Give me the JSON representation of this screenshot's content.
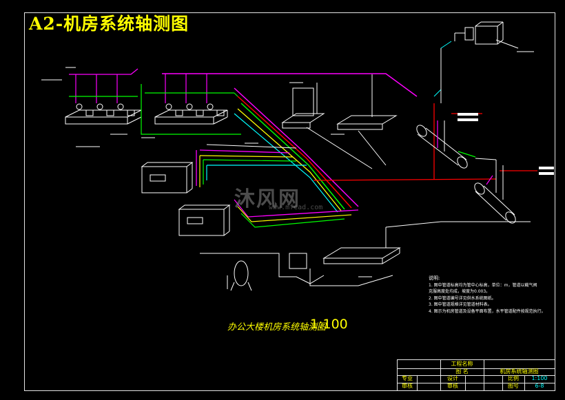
{
  "sheet_title": "A2-机房系统轴测图",
  "drawing_caption": "办公大楼机房系统轴测图",
  "drawing_scale": "1:100",
  "notes": {
    "heading": "说明:",
    "lines": [
      "1. 图中管道标高均为管中心标高，单位：m，管道以截气阀",
      "   克服高度处均成，坡度为0.003。",
      "2. 图中管道编号详见供水系统图纸。",
      "3. 图中管道规格详见管道材料表。",
      "4. 图示为机房管道及设备平面布置，水平管道配件按规范执行。"
    ]
  },
  "watermark": {
    "text": "沐风网",
    "url": "www.mfcad.com"
  },
  "title_block": {
    "project_label": "工程名称",
    "drawing_name_label": "图  名",
    "drawing_name": "机房系统轴测图",
    "discipline_label": "专业",
    "design_label": "设计",
    "scale_label": "比例",
    "scale_value": "1:100",
    "checker_label": "审核",
    "review_label": "审核",
    "sheet_label": "图号",
    "sheet_value": "6-8"
  },
  "colors": {
    "frame": "#e6e6e6",
    "title": "#ffff00",
    "supply_pipe": "#ff00ff",
    "return_pipe": "#ff0000",
    "green_pipe": "#00ff00",
    "cyan_pipe": "#00ffff",
    "yellow_pipe": "#ffff00",
    "equipment": "#ffffff"
  }
}
